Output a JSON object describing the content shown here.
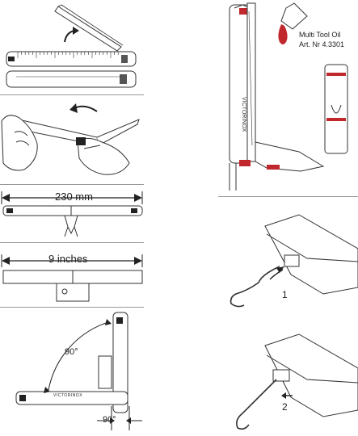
{
  "measurements": {
    "metric_length": "230 mm",
    "imperial_length": "9 inches",
    "angle_top": "90°",
    "angle_bottom": "90°"
  },
  "oil": {
    "line1": "Multi Tool Oil",
    "line2": "Art. Nr 4.3301"
  },
  "brand_text": "VICTORINOX",
  "steps": {
    "step1": "1",
    "step2": "2"
  },
  "colors": {
    "ink": "#222222",
    "accent_red": "#c0282d",
    "divider": "#999999"
  }
}
